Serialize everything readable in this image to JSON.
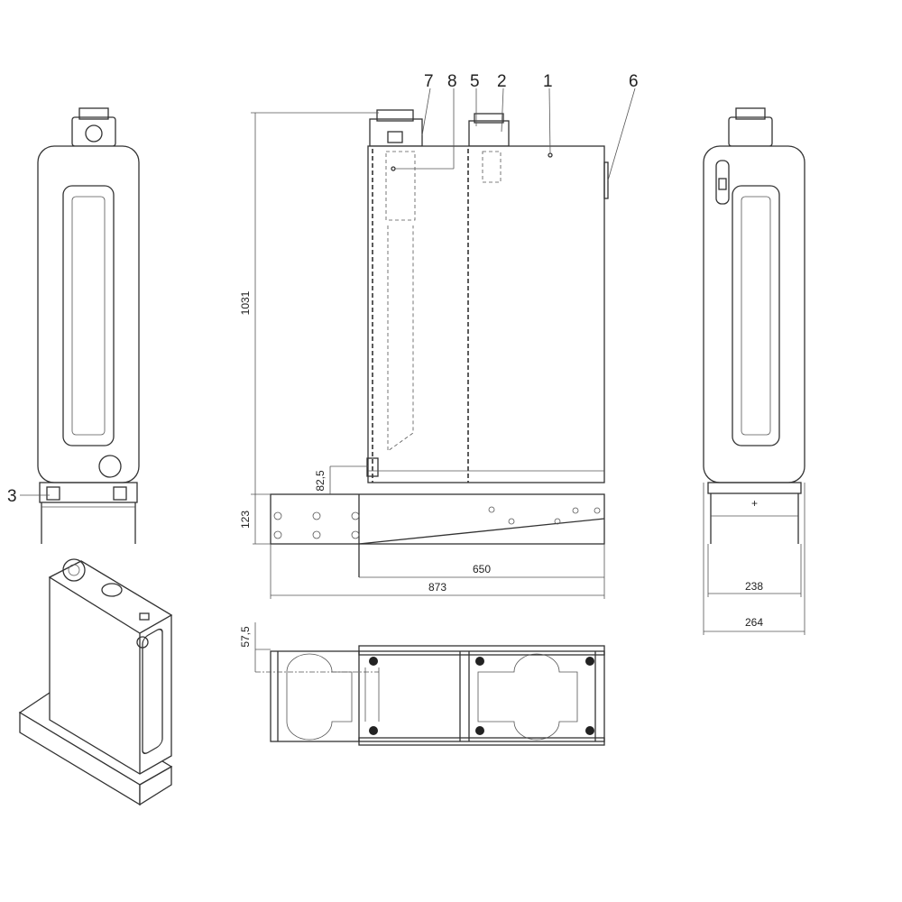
{
  "callouts": {
    "c1": "1",
    "c2": "2",
    "c3": "3",
    "c5": "5",
    "c6": "6",
    "c7": "7",
    "c8": "8"
  },
  "dimensions": {
    "height_total": "1031",
    "outlet_height": "82,5",
    "base_height": "123",
    "hole_spacing": "650",
    "base_length": "873",
    "inner_width": "238",
    "outer_width": "264",
    "bottom_offset": "57,5"
  }
}
